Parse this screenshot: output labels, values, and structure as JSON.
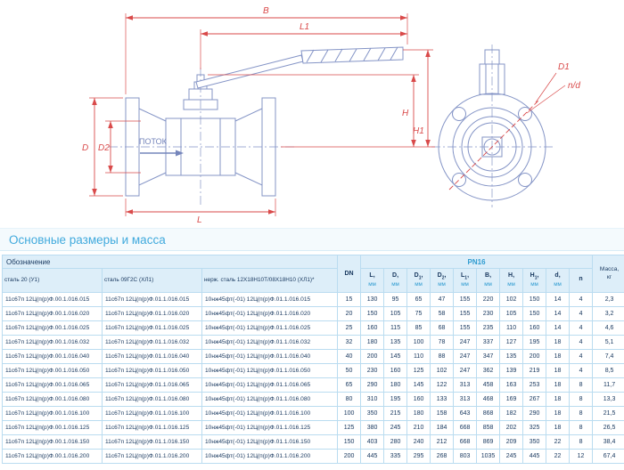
{
  "drawing": {
    "labels": {
      "B": "B",
      "L1": "L1",
      "H": "H",
      "H1": "H1",
      "D": "D",
      "D2": "D2",
      "L": "L",
      "D1": "D1",
      "nd": "n/d",
      "flow": "ПОТОК"
    }
  },
  "section": {
    "title": "Основные размеры и масса"
  },
  "table": {
    "header": {
      "designation": "Обозначение",
      "materials": [
        "сталь 20 (У1)",
        "сталь 09Г2С (ХЛ1)",
        "нерж. сталь 12Х18Н10Т/08Х18Н10 (ХЛ1)*"
      ],
      "dn": "DN",
      "pn_group": "PN16",
      "mass_label": "Масса,",
      "mass_unit": "кг",
      "dims": [
        {
          "pre": "L",
          "sub": "",
          "post": ",",
          "unit": "мм"
        },
        {
          "pre": "D",
          "sub": "",
          "post": ",",
          "unit": "мм"
        },
        {
          "pre": "D",
          "sub": "1",
          "post": ",",
          "unit": "мм"
        },
        {
          "pre": "D",
          "sub": "2",
          "post": ",",
          "unit": "мм"
        },
        {
          "pre": "L",
          "sub": "1",
          "post": ",",
          "unit": "мм"
        },
        {
          "pre": "B",
          "sub": "",
          "post": ",",
          "unit": "мм"
        },
        {
          "pre": "H",
          "sub": "",
          "post": ",",
          "unit": "мм"
        },
        {
          "pre": "H",
          "sub": "1",
          "post": ",",
          "unit": "мм"
        },
        {
          "pre": "d",
          "sub": "",
          "post": ",",
          "unit": "мм"
        },
        {
          "pre": "n",
          "sub": "",
          "post": "",
          "unit": ""
        }
      ]
    },
    "rows": [
      [
        "11с67п 12Ц(п(р)Ф.00.1.016.015",
        "11с67п 12Ц(п(р)Ф.01.1.016.015",
        "10нж45фт(-01) 12Ц(п(р)Ф.01.1.016.015",
        "15",
        "130",
        "95",
        "65",
        "47",
        "155",
        "220",
        "102",
        "150",
        "14",
        "4",
        "2,3"
      ],
      [
        "11с67п 12Ц(п(р)Ф.00.1.016.020",
        "11с67п 12Ц(п(р)Ф.01.1.016.020",
        "10нж45фт(-01) 12Ц(п(р)Ф.01.1.016.020",
        "20",
        "150",
        "105",
        "75",
        "58",
        "155",
        "230",
        "105",
        "150",
        "14",
        "4",
        "3,2"
      ],
      [
        "11с67п 12Ц(п(р)Ф.00.1.016.025",
        "11с67п 12Ц(п(р)Ф.01.1.016.025",
        "10нж45фт(-01) 12Ц(п(р)Ф.01.1.016.025",
        "25",
        "160",
        "115",
        "85",
        "68",
        "155",
        "235",
        "110",
        "160",
        "14",
        "4",
        "4,6"
      ],
      [
        "11с67п 12Ц(п(р)Ф.00.1.016.032",
        "11с67п 12Ц(п(р)Ф.01.1.016.032",
        "10нж45фт(-01) 12Ц(п(р)Ф.01.1.016.032",
        "32",
        "180",
        "135",
        "100",
        "78",
        "247",
        "337",
        "127",
        "195",
        "18",
        "4",
        "5,1"
      ],
      [
        "11с67п 12Ц(п(р)Ф.00.1.016.040",
        "11с67п 12Ц(п(р)Ф.01.1.016.040",
        "10нж45фт(-01) 12Ц(п(р)Ф.01.1.016.040",
        "40",
        "200",
        "145",
        "110",
        "88",
        "247",
        "347",
        "135",
        "200",
        "18",
        "4",
        "7,4"
      ],
      [
        "11с67п 12Ц(п(р)Ф.00.1.016.050",
        "11с67п 12Ц(п(р)Ф.01.1.016.050",
        "10нж45фт(-01) 12Ц(п(р)Ф.01.1.016.050",
        "50",
        "230",
        "160",
        "125",
        "102",
        "247",
        "362",
        "139",
        "219",
        "18",
        "4",
        "8,5"
      ],
      [
        "11с67п 12Ц(п(р)Ф.00.1.016.065",
        "11с67п 12Ц(п(р)Ф.01.1.016.065",
        "10нж45фт(-01) 12Ц(п(р)Ф.01.1.016.065",
        "65",
        "290",
        "180",
        "145",
        "122",
        "313",
        "458",
        "163",
        "253",
        "18",
        "8",
        "11,7"
      ],
      [
        "11с67п 12Ц(п(р)Ф.00.1.016.080",
        "11с67п 12Ц(п(р)Ф.01.1.016.080",
        "10нж45фт(-01) 12Ц(п(р)Ф.01.1.016.080",
        "80",
        "310",
        "195",
        "160",
        "133",
        "313",
        "468",
        "169",
        "267",
        "18",
        "8",
        "13,3"
      ],
      [
        "11с67п 12Ц(п(р)Ф.00.1.016.100",
        "11с67п 12Ц(п(р)Ф.01.1.016.100",
        "10нж45фт(-01) 12Ц(п(р)Ф.01.1.016.100",
        "100",
        "350",
        "215",
        "180",
        "158",
        "643",
        "868",
        "182",
        "290",
        "18",
        "8",
        "21,5"
      ],
      [
        "11с67п 12Ц(п(р)Ф.00.1.016.125",
        "11с67п 12Ц(п(р)Ф.01.1.016.125",
        "10нж45фт(-01) 12Ц(п(р)Ф.01.1.016.125",
        "125",
        "380",
        "245",
        "210",
        "184",
        "668",
        "858",
        "202",
        "325",
        "18",
        "8",
        "26,5"
      ],
      [
        "11с67п 12Ц(п(р)Ф.00.1.016.150",
        "11с67п 12Ц(п(р)Ф.01.1.016.150",
        "10нж45фт(-01) 12Ц(п(р)Ф.01.1.016.150",
        "150",
        "403",
        "280",
        "240",
        "212",
        "668",
        "869",
        "209",
        "350",
        "22",
        "8",
        "38,4"
      ],
      [
        "11с67п 12Ц(п(р)Ф.00.1.016.200",
        "11с67п 12Ц(п(р)Ф.01.1.016.200",
        "10нж45фт(-01) 12Ц(п(р)Ф.01.1.016.200",
        "200",
        "445",
        "335",
        "295",
        "268",
        "803",
        "1035",
        "245",
        "445",
        "22",
        "12",
        "67,4"
      ]
    ]
  },
  "colors": {
    "accent_blue": "#2d9bd0",
    "navy": "#17375e",
    "dim_red": "#d94a4a",
    "line_blue": "#8494c6",
    "title_blue": "#41aadd"
  }
}
